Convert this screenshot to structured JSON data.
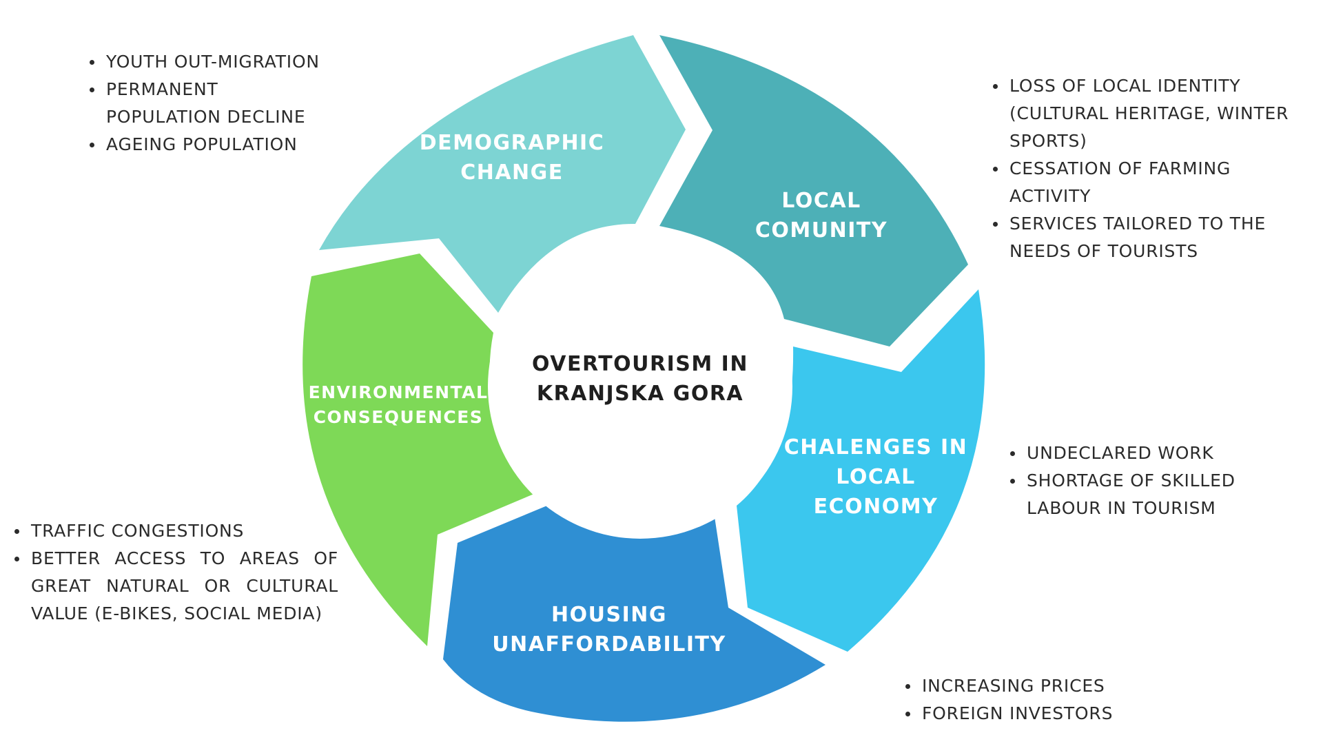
{
  "center": {
    "title_line1": "OVERTOURISM IN",
    "title_line2": "KRANJSKA GORA"
  },
  "segments": [
    {
      "id": "demographic",
      "label_lines": [
        "DEMOGRAPHIC",
        "CHANGE"
      ],
      "color": "#7dd4d3",
      "notes": [
        "YOUTH OUT-MIGRATION",
        "PERMANENT POPULATION DECLINE",
        "AGEING POPULATION"
      ]
    },
    {
      "id": "community",
      "label_lines": [
        "LOCAL",
        "COMUNITY"
      ],
      "color": "#4db0b7",
      "notes": [
        "LOSS OF LOCAL IDENTITY (CULTURAL HERITAGE, WINTER SPORTS)",
        "CESSATION OF FARMING ACTIVITY",
        "SERVICES TAILORED TO THE NEEDS OF TOURISTS"
      ]
    },
    {
      "id": "economy",
      "label_lines": [
        "CHALENGES IN",
        "LOCAL",
        "ECONOMY"
      ],
      "color": "#3bc7ee",
      "notes": [
        "UNDECLARED WORK",
        "SHORTAGE OF SKILLED LABOUR IN TOURISM"
      ]
    },
    {
      "id": "housing",
      "label_lines": [
        "HOUSING",
        "UNAFFORDABILITY"
      ],
      "color": "#2f8fd3",
      "notes": [
        "INCREASING PRICES",
        "FOREIGN INVESTORS"
      ]
    },
    {
      "id": "environment",
      "label_lines": [
        "ENVIRONMENTAL",
        "CONSEQUENCES"
      ],
      "color": "#7ed957",
      "notes": [
        "TRAFFIC CONGESTIONS",
        "BETTER ACCESS TO AREAS OF GREAT NATURAL OR CULTURAL VALUE (E-BIKES, SOCIAL MEDIA)"
      ]
    }
  ]
}
